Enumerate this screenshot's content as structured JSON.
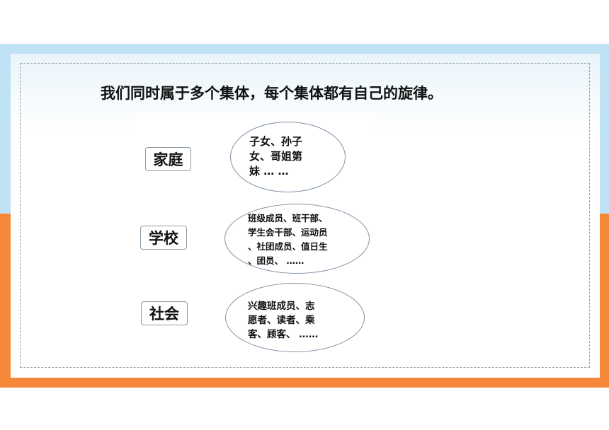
{
  "title": "我们同时属于多个集体，每个集体都有自己的旋律。",
  "groups": [
    {
      "label": "家庭",
      "roles": "子女、孙子\n女、哥姐第\n妹 … …"
    },
    {
      "label": "学校",
      "roles": "班级成员、班干部、\n学生会干部、运动员\n、社团成员、值日生\n、团员、 ……"
    },
    {
      "label": "社会",
      "roles": "兴趣班成员、志\n愿者、读者、乘\n客、顾客、 ……"
    }
  ]
}
